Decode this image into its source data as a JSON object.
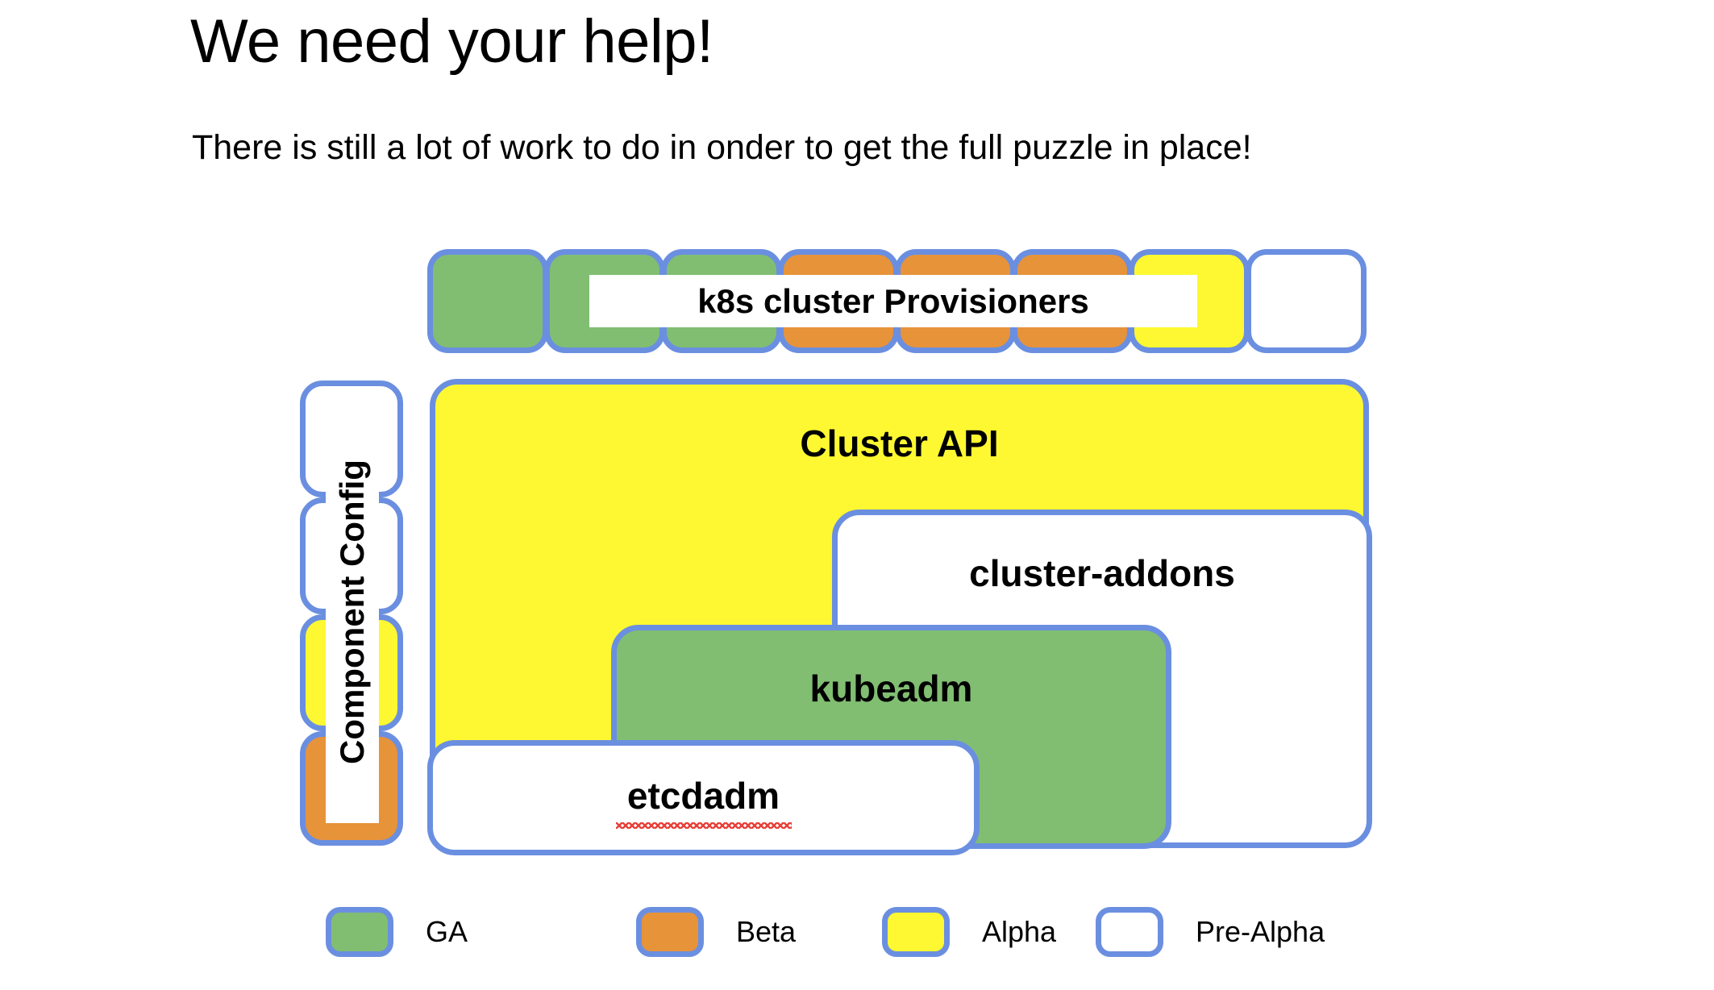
{
  "slide": {
    "title": "We need your help!",
    "subtitle": "There is still a lot of work to do in onder to get the full puzzle in place!"
  },
  "provisioners": {
    "label": "k8s cluster Provisioners",
    "tiles": [
      {
        "status": "GA",
        "color": "#81be72"
      },
      {
        "status": "GA",
        "color": "#81be72"
      },
      {
        "status": "GA",
        "color": "#81be72"
      },
      {
        "status": "Beta",
        "color": "#e7933a"
      },
      {
        "status": "Beta",
        "color": "#e7933a"
      },
      {
        "status": "Beta",
        "color": "#e7933a"
      },
      {
        "status": "Alpha",
        "color": "#fdf831"
      },
      {
        "status": "Pre-Alpha",
        "color": "#ffffff"
      }
    ]
  },
  "component_config": {
    "label": "Component Config",
    "tiles": [
      {
        "status": "Pre-Alpha",
        "color": "#ffffff"
      },
      {
        "status": "Pre-Alpha",
        "color": "#ffffff"
      },
      {
        "status": "Alpha",
        "color": "#fdf831"
      },
      {
        "status": "Beta",
        "color": "#e7933a"
      }
    ]
  },
  "nested_boxes": [
    {
      "label": "Cluster API",
      "status": "Alpha",
      "color": "#fdf831"
    },
    {
      "label": "cluster-addons",
      "status": "Pre-Alpha",
      "color": "#ffffff"
    },
    {
      "label": "kubeadm",
      "status": "GA",
      "color": "#81be72"
    },
    {
      "label": "etcdadm",
      "status": "Pre-Alpha",
      "color": "#ffffff"
    }
  ],
  "legend": {
    "items": [
      {
        "label": "GA",
        "color": "#81be72"
      },
      {
        "label": "Beta",
        "color": "#e7933a"
      },
      {
        "label": "Alpha",
        "color": "#fdf831"
      },
      {
        "label": "Pre-Alpha",
        "color": "#ffffff"
      }
    ]
  },
  "theme": {
    "border_color": "#6b8fe0",
    "spellcheck_color": "#e8413a",
    "background": "#ffffff"
  }
}
